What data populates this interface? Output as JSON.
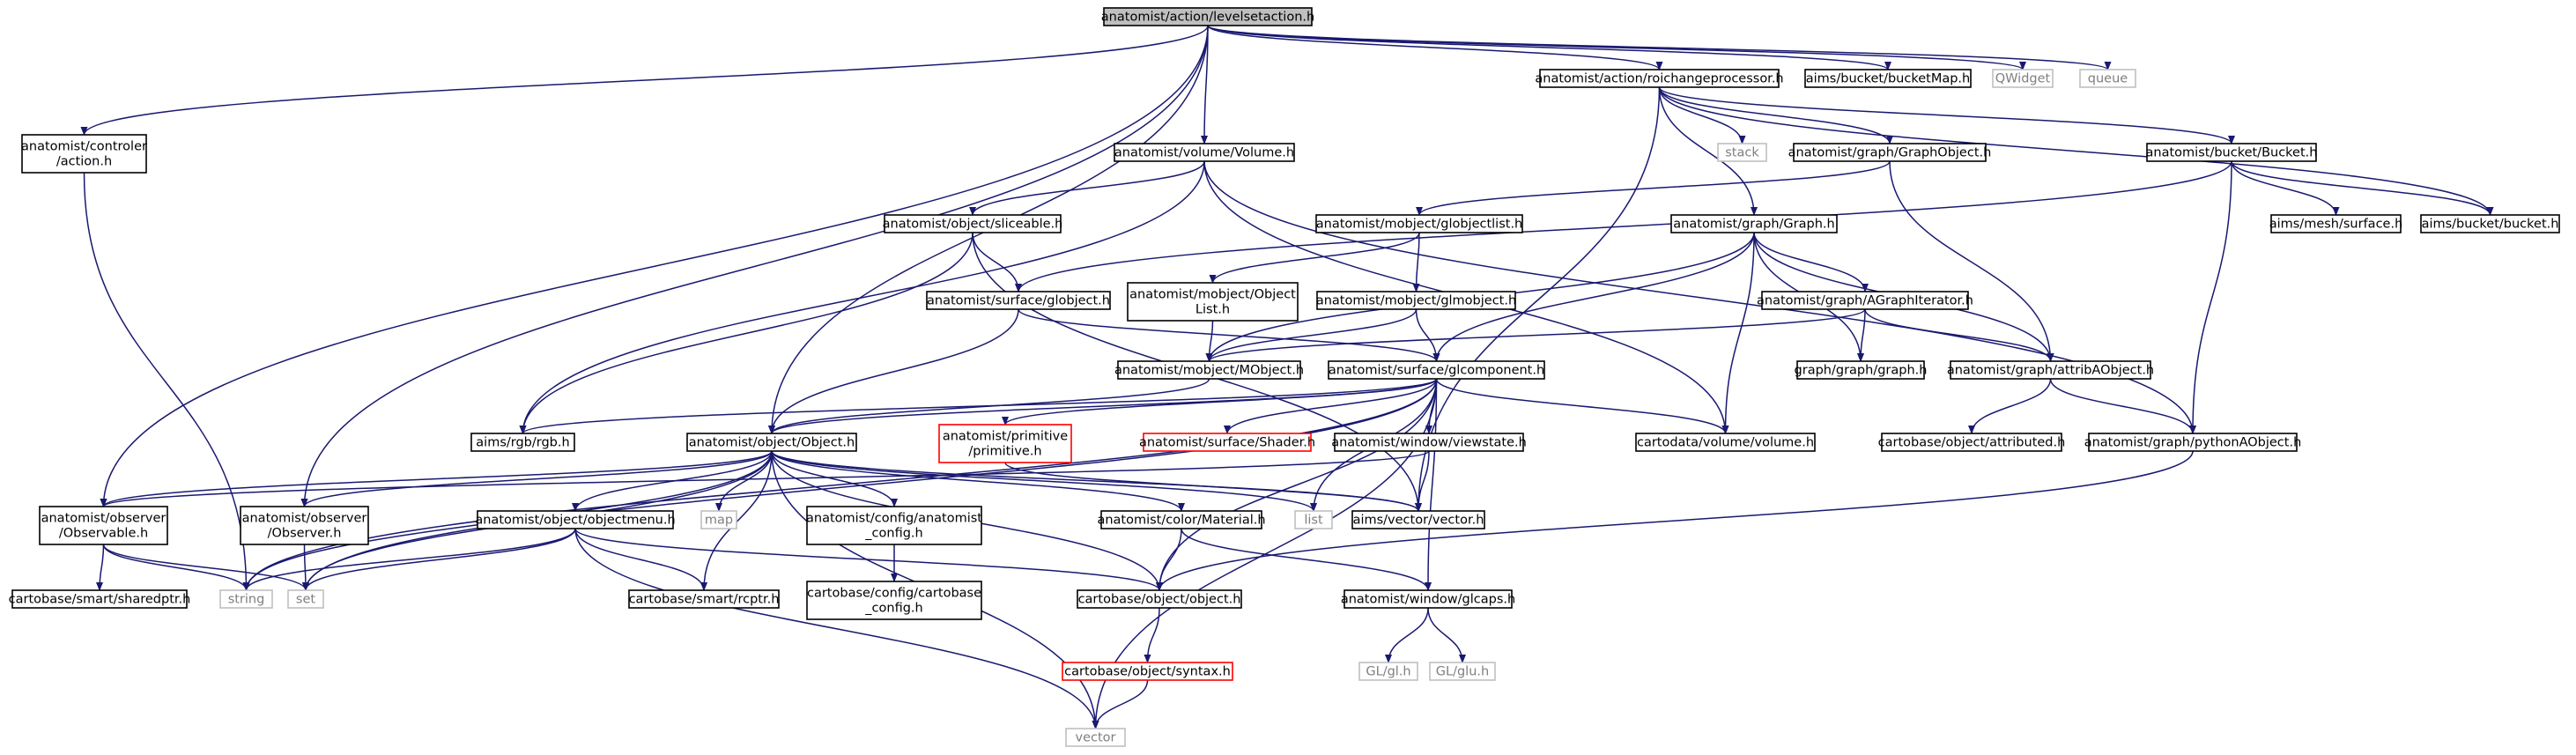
{
  "colors": {
    "edge": "#191970",
    "node_border": "#000000",
    "node_fill": "#ffffff",
    "root_fill": "#bfbfbf",
    "ext_border": "#bfbfbf",
    "ext_text": "#7f7f7f",
    "warn_border": "#ff0000",
    "text": "#000000"
  },
  "nodes": [
    {
      "id": "root",
      "lines": [
        "anatomist/action/levelsetaction.h"
      ],
      "kind": "root"
    },
    {
      "id": "roichange",
      "lines": [
        "anatomist/action/roichangeprocessor.h"
      ],
      "kind": "normal"
    },
    {
      "id": "bucketMap",
      "lines": [
        "aims/bucket/bucketMap.h"
      ],
      "kind": "normal"
    },
    {
      "id": "qwidget",
      "lines": [
        "QWidget"
      ],
      "kind": "ext"
    },
    {
      "id": "queue",
      "lines": [
        "queue"
      ],
      "kind": "ext"
    },
    {
      "id": "controler",
      "lines": [
        "anatomist/controler",
        "/action.h"
      ],
      "kind": "normal"
    },
    {
      "id": "volume",
      "lines": [
        "anatomist/volume/Volume.h"
      ],
      "kind": "normal"
    },
    {
      "id": "stack",
      "lines": [
        "stack"
      ],
      "kind": "ext"
    },
    {
      "id": "graphobject",
      "lines": [
        "anatomist/graph/GraphObject.h"
      ],
      "kind": "normal"
    },
    {
      "id": "bucketB",
      "lines": [
        "anatomist/bucket/Bucket.h"
      ],
      "kind": "normal"
    },
    {
      "id": "sliceable",
      "lines": [
        "anatomist/object/sliceable.h"
      ],
      "kind": "normal"
    },
    {
      "id": "globjectlist",
      "lines": [
        "anatomist/mobject/globjectlist.h"
      ],
      "kind": "normal"
    },
    {
      "id": "graphh",
      "lines": [
        "anatomist/graph/Graph.h"
      ],
      "kind": "normal"
    },
    {
      "id": "surface",
      "lines": [
        "aims/mesh/surface.h"
      ],
      "kind": "normal"
    },
    {
      "id": "bucketlow",
      "lines": [
        "aims/bucket/bucket.h"
      ],
      "kind": "normal"
    },
    {
      "id": "objectlist",
      "lines": [
        "anatomist/mobject/Object",
        "List.h"
      ],
      "kind": "normal"
    },
    {
      "id": "glmobject",
      "lines": [
        "anatomist/mobject/glmobject.h"
      ],
      "kind": "normal"
    },
    {
      "id": "globject",
      "lines": [
        "anatomist/surface/globject.h"
      ],
      "kind": "normal"
    },
    {
      "id": "agraphiter",
      "lines": [
        "anatomist/graph/AGraphIterator.h"
      ],
      "kind": "normal"
    },
    {
      "id": "mobject",
      "lines": [
        "anatomist/mobject/MObject.h"
      ],
      "kind": "normal"
    },
    {
      "id": "glcomponent",
      "lines": [
        "anatomist/surface/glcomponent.h"
      ],
      "kind": "normal"
    },
    {
      "id": "graphgraph",
      "lines": [
        "graph/graph/graph.h"
      ],
      "kind": "normal"
    },
    {
      "id": "attribAObject",
      "lines": [
        "anatomist/graph/attribAObject.h"
      ],
      "kind": "normal"
    },
    {
      "id": "rgb",
      "lines": [
        "aims/rgb/rgb.h"
      ],
      "kind": "normal"
    },
    {
      "id": "objecth",
      "lines": [
        "anatomist/object/Object.h"
      ],
      "kind": "normal"
    },
    {
      "id": "primitive",
      "lines": [
        "anatomist/primitive",
        "/primitive.h"
      ],
      "kind": "warn"
    },
    {
      "id": "shader",
      "lines": [
        "anatomist/surface/Shader.h"
      ],
      "kind": "warn"
    },
    {
      "id": "viewstate",
      "lines": [
        "anatomist/window/viewstate.h"
      ],
      "kind": "normal"
    },
    {
      "id": "cartovolume",
      "lines": [
        "cartodata/volume/volume.h"
      ],
      "kind": "normal"
    },
    {
      "id": "attributed",
      "lines": [
        "cartobase/object/attributed.h"
      ],
      "kind": "normal"
    },
    {
      "id": "pythonAObject",
      "lines": [
        "anatomist/graph/pythonAObject.h"
      ],
      "kind": "normal"
    },
    {
      "id": "observable",
      "lines": [
        "anatomist/observer",
        "/Observable.h"
      ],
      "kind": "normal"
    },
    {
      "id": "observer",
      "lines": [
        "anatomist/observer",
        "/Observer.h"
      ],
      "kind": "normal"
    },
    {
      "id": "objectmenu",
      "lines": [
        "anatomist/object/objectmenu.h"
      ],
      "kind": "normal"
    },
    {
      "id": "map",
      "lines": [
        "map"
      ],
      "kind": "ext"
    },
    {
      "id": "anaconfig",
      "lines": [
        "anatomist/config/anatomist",
        "_config.h"
      ],
      "kind": "normal"
    },
    {
      "id": "material",
      "lines": [
        "anatomist/color/Material.h"
      ],
      "kind": "normal"
    },
    {
      "id": "list",
      "lines": [
        "list"
      ],
      "kind": "ext"
    },
    {
      "id": "aimsvector",
      "lines": [
        "aims/vector/vector.h"
      ],
      "kind": "normal"
    },
    {
      "id": "sharedptr",
      "lines": [
        "cartobase/smart/sharedptr.h"
      ],
      "kind": "normal"
    },
    {
      "id": "string",
      "lines": [
        "string"
      ],
      "kind": "ext"
    },
    {
      "id": "set",
      "lines": [
        "set"
      ],
      "kind": "ext"
    },
    {
      "id": "rcptr",
      "lines": [
        "cartobase/smart/rcptr.h"
      ],
      "kind": "normal"
    },
    {
      "id": "cartoconfig",
      "lines": [
        "cartobase/config/cartobase",
        "_config.h"
      ],
      "kind": "normal"
    },
    {
      "id": "cartoobject",
      "lines": [
        "cartobase/object/object.h"
      ],
      "kind": "normal"
    },
    {
      "id": "glcaps",
      "lines": [
        "anatomist/window/glcaps.h"
      ],
      "kind": "normal"
    },
    {
      "id": "syntax",
      "lines": [
        "cartobase/object/syntax.h"
      ],
      "kind": "warn"
    },
    {
      "id": "glh",
      "lines": [
        "GL/gl.h"
      ],
      "kind": "ext"
    },
    {
      "id": "gluh",
      "lines": [
        "GL/glu.h"
      ],
      "kind": "ext"
    },
    {
      "id": "vector",
      "lines": [
        "vector"
      ],
      "kind": "ext"
    }
  ],
  "edges": [
    [
      "root",
      "roichange"
    ],
    [
      "root",
      "bucketMap"
    ],
    [
      "root",
      "qwidget"
    ],
    [
      "root",
      "queue"
    ],
    [
      "root",
      "controler"
    ],
    [
      "root",
      "volume"
    ],
    [
      "root",
      "objecth"
    ],
    [
      "root",
      "observable"
    ],
    [
      "root",
      "observer"
    ],
    [
      "roichange",
      "stack"
    ],
    [
      "roichange",
      "graphobject"
    ],
    [
      "roichange",
      "bucketB"
    ],
    [
      "roichange",
      "graphh"
    ],
    [
      "roichange",
      "aimsvector"
    ],
    [
      "roichange",
      "bucketlow"
    ],
    [
      "controler",
      "string"
    ],
    [
      "volume",
      "sliceable"
    ],
    [
      "volume",
      "rgb"
    ],
    [
      "volume",
      "cartovolume"
    ],
    [
      "volume",
      "pythonAObject"
    ],
    [
      "graphobject",
      "globjectlist"
    ],
    [
      "graphobject",
      "attribAObject"
    ],
    [
      "bucketB",
      "surface"
    ],
    [
      "bucketB",
      "bucketlow"
    ],
    [
      "bucketB",
      "globject"
    ],
    [
      "bucketB",
      "pythonAObject"
    ],
    [
      "sliceable",
      "globject"
    ],
    [
      "sliceable",
      "rgb"
    ],
    [
      "sliceable",
      "aimsvector"
    ],
    [
      "globjectlist",
      "objectlist"
    ],
    [
      "globjectlist",
      "glmobject"
    ],
    [
      "graphh",
      "agraphiter"
    ],
    [
      "graphh",
      "mobject"
    ],
    [
      "graphh",
      "glcomponent"
    ],
    [
      "graphh",
      "graphgraph"
    ],
    [
      "graphh",
      "attribAObject"
    ],
    [
      "graphh",
      "cartovolume"
    ],
    [
      "objectlist",
      "mobject"
    ],
    [
      "glmobject",
      "mobject"
    ],
    [
      "glmobject",
      "glcomponent"
    ],
    [
      "globject",
      "objecth"
    ],
    [
      "globject",
      "glcomponent"
    ],
    [
      "agraphiter",
      "mobject"
    ],
    [
      "agraphiter",
      "graphgraph"
    ],
    [
      "agraphiter",
      "attribAObject"
    ],
    [
      "mobject",
      "objecth"
    ],
    [
      "glcomponent",
      "rgb"
    ],
    [
      "glcomponent",
      "primitive"
    ],
    [
      "glcomponent",
      "shader"
    ],
    [
      "glcomponent",
      "viewstate"
    ],
    [
      "glcomponent",
      "cartovolume"
    ],
    [
      "glcomponent",
      "objecth"
    ],
    [
      "glcomponent",
      "list"
    ],
    [
      "glcomponent",
      "string"
    ],
    [
      "glcomponent",
      "cartoobject"
    ],
    [
      "glcomponent",
      "glcaps"
    ],
    [
      "glcomponent",
      "vector"
    ],
    [
      "glcomponent",
      "set"
    ],
    [
      "attribAObject",
      "attributed"
    ],
    [
      "attribAObject",
      "pythonAObject"
    ],
    [
      "pythonAObject",
      "cartoobject"
    ],
    [
      "objecth",
      "observable"
    ],
    [
      "objecth",
      "observer"
    ],
    [
      "objecth",
      "objectmenu"
    ],
    [
      "objecth",
      "map"
    ],
    [
      "objecth",
      "anaconfig"
    ],
    [
      "objecth",
      "material"
    ],
    [
      "objecth",
      "list"
    ],
    [
      "objecth",
      "aimsvector"
    ],
    [
      "objecth",
      "string"
    ],
    [
      "objecth",
      "set"
    ],
    [
      "objecth",
      "rcptr"
    ],
    [
      "objecth",
      "cartoobject"
    ],
    [
      "objecth",
      "vector"
    ],
    [
      "primitive",
      "aimsvector"
    ],
    [
      "viewstate",
      "aimsvector"
    ],
    [
      "viewstate",
      "observable"
    ],
    [
      "observable",
      "sharedptr"
    ],
    [
      "observable",
      "string"
    ],
    [
      "observable",
      "set"
    ],
    [
      "observer",
      "set"
    ],
    [
      "objectmenu",
      "string"
    ],
    [
      "objectmenu",
      "set"
    ],
    [
      "objectmenu",
      "rcptr"
    ],
    [
      "objectmenu",
      "cartoobject"
    ],
    [
      "objectmenu",
      "vector"
    ],
    [
      "anaconfig",
      "cartoconfig"
    ],
    [
      "material",
      "cartoobject"
    ],
    [
      "material",
      "glcaps"
    ],
    [
      "cartoobject",
      "syntax"
    ],
    [
      "glcaps",
      "glh"
    ],
    [
      "glcaps",
      "gluh"
    ],
    [
      "syntax",
      "vector"
    ]
  ]
}
